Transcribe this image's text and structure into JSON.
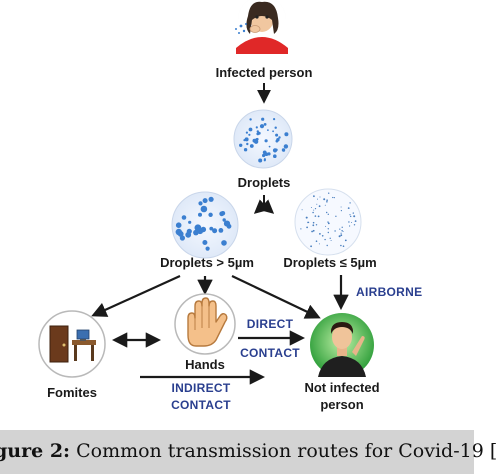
{
  "nodes": {
    "infected_person": "Infected person",
    "droplets": "Droplets",
    "droplets_large": "Droplets > 5µm",
    "droplets_small": "Droplets ≤ 5µm",
    "hands": "Hands",
    "fomites": "Fomites",
    "not_infected_line1": "Not infected",
    "not_infected_line2": "person"
  },
  "edge_labels": {
    "airborne": "AIRBORNE",
    "direct_line1": "DIRECT",
    "direct_line2": "CONTACT",
    "indirect_line1": "INDIRECT",
    "indirect_line2": "CONTACT"
  },
  "caption": {
    "label": "gure 2:",
    "text": " Common transmission routes for Covid-19 ["
  },
  "icons": [
    "infected-person-icon",
    "droplets-circle-icon",
    "split-arrow-icon",
    "fomites-icon",
    "hand-icon",
    "healthy-person-icon"
  ],
  "colors": {
    "edge_label_blue": "#2a3f8f",
    "droplet_blue": "#3b7fd0",
    "caption_bg": "#d3d3d3",
    "person_green": "#2e9e3a"
  }
}
